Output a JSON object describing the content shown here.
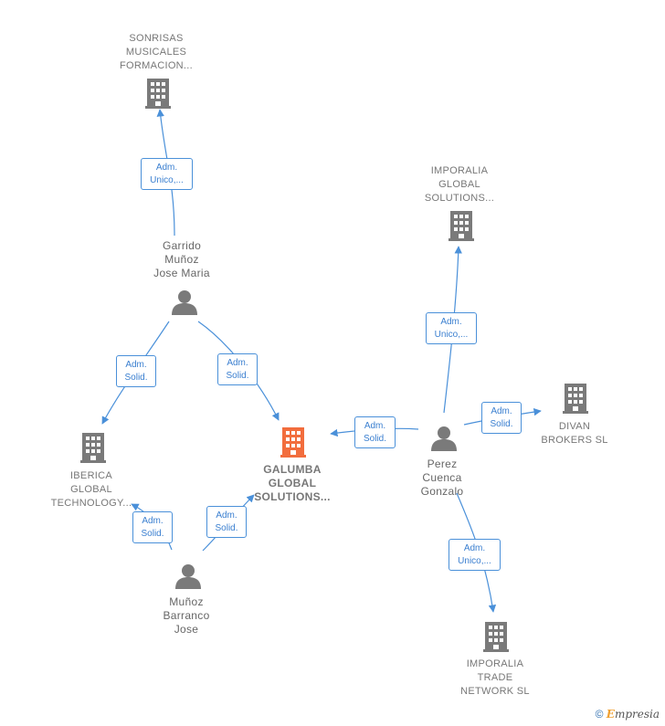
{
  "nodes": {
    "sonrisas": {
      "lines": [
        "SONRISAS",
        "MUSICALES",
        "FORMACION..."
      ]
    },
    "imporalia_global": {
      "lines": [
        "IMPORALIA",
        "GLOBAL",
        "SOLUTIONS..."
      ]
    },
    "garrido": {
      "lines": [
        "Garrido",
        "Muñoz",
        "Jose Maria"
      ]
    },
    "divan": {
      "lines": [
        "DIVAN",
        "BROKERS SL"
      ]
    },
    "iberica": {
      "lines": [
        "IBERICA",
        "GLOBAL",
        "TECHNOLOGY..."
      ]
    },
    "galumba": {
      "lines": [
        "GALUMBA",
        "GLOBAL",
        "SOLUTIONS..."
      ]
    },
    "perez": {
      "lines": [
        "Perez",
        "Cuenca",
        "Gonzalo"
      ]
    },
    "munoz": {
      "lines": [
        "Muñoz",
        "Barranco",
        "Jose"
      ]
    },
    "imporalia_trade": {
      "lines": [
        "IMPORALIA",
        "TRADE",
        "NETWORK SL"
      ]
    }
  },
  "edges": {
    "garrido_sonrisas": {
      "lines": [
        "Adm.",
        "Unico,..."
      ]
    },
    "garrido_iberica": {
      "lines": [
        "Adm.",
        "Solid."
      ]
    },
    "garrido_galumba": {
      "lines": [
        "Adm.",
        "Solid."
      ]
    },
    "perez_imporalia_global": {
      "lines": [
        "Adm.",
        "Unico,..."
      ]
    },
    "perez_galumba": {
      "lines": [
        "Adm.",
        "Solid."
      ]
    },
    "perez_divan": {
      "lines": [
        "Adm.",
        "Solid."
      ]
    },
    "munoz_iberica": {
      "lines": [
        "Adm.",
        "Solid."
      ]
    },
    "munoz_galumba": {
      "lines": [
        "Adm.",
        "Solid."
      ]
    },
    "perez_imporalia_trade": {
      "lines": [
        "Adm.",
        "Unico,..."
      ]
    }
  },
  "brand": {
    "copyright": "©",
    "initial": "E",
    "rest": "mpresia"
  },
  "colors": {
    "edge": "#4a90d9",
    "building": "#7a7a7a",
    "focus_building": "#f26d3d",
    "person": "#7a7a7a"
  }
}
